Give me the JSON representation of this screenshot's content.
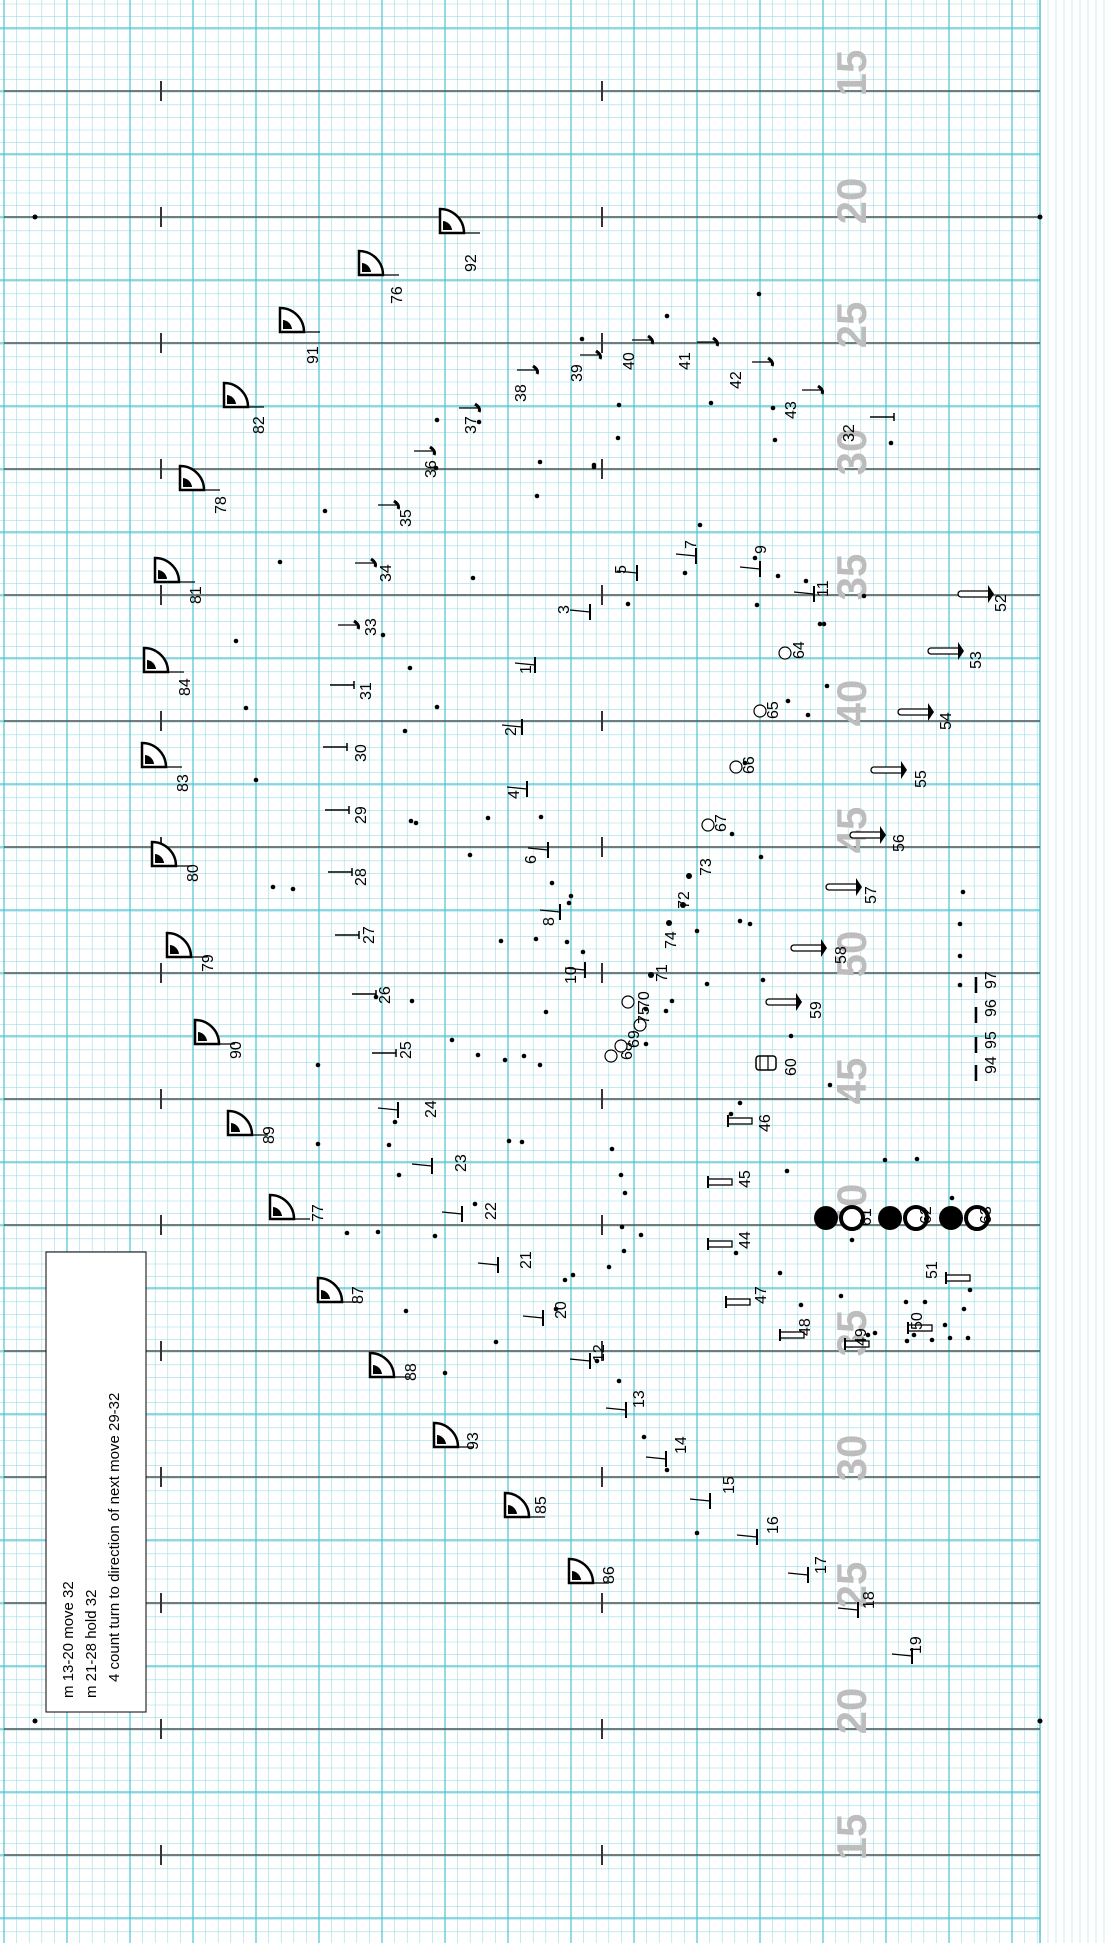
{
  "field": {
    "yard_numbers_top": [
      "15",
      "20",
      "25",
      "30",
      "35",
      "40",
      "45",
      "50",
      "45",
      "40",
      "35",
      "30",
      "25",
      "20",
      "15"
    ]
  },
  "note": {
    "lines": [
      "m 13-20 move 32",
      "m 21-28 hold 32",
      "4 count turn to direction of next move 29-32"
    ]
  },
  "colors": {
    "grid_fine": "#9fdde6",
    "grid_major": "#4fc3d0",
    "yard_line": "#555555",
    "yard_number": "#bdbdbd"
  },
  "performers": [
    {
      "label": "1",
      "icon": "mallet"
    },
    {
      "label": "2",
      "icon": "mallet"
    },
    {
      "label": "3",
      "icon": "mallet"
    },
    {
      "label": "4",
      "icon": "mallet"
    },
    {
      "label": "5",
      "icon": "mallet"
    },
    {
      "label": "6",
      "icon": "mallet"
    },
    {
      "label": "7",
      "icon": "mallet"
    },
    {
      "label": "8",
      "icon": "mallet"
    },
    {
      "label": "9",
      "icon": "mallet"
    },
    {
      "label": "10",
      "icon": "mallet"
    },
    {
      "label": "11",
      "icon": "mallet"
    },
    {
      "label": "12",
      "icon": "mallet"
    },
    {
      "label": "13",
      "icon": "mallet"
    },
    {
      "label": "14",
      "icon": "mallet"
    },
    {
      "label": "15",
      "icon": "mallet"
    },
    {
      "label": "16",
      "icon": "mallet"
    },
    {
      "label": "17",
      "icon": "mallet"
    },
    {
      "label": "18",
      "icon": "mallet"
    },
    {
      "label": "19",
      "icon": "mallet"
    },
    {
      "label": "20",
      "icon": "mallet"
    },
    {
      "label": "21",
      "icon": "mallet"
    },
    {
      "label": "22",
      "icon": "mallet"
    },
    {
      "label": "23",
      "icon": "mallet"
    },
    {
      "label": "24",
      "icon": "mallet"
    },
    {
      "label": "25",
      "icon": "clarinet"
    },
    {
      "label": "26",
      "icon": "clarinet"
    },
    {
      "label": "27",
      "icon": "clarinet"
    },
    {
      "label": "28",
      "icon": "clarinet"
    },
    {
      "label": "29",
      "icon": "clarinet"
    },
    {
      "label": "30",
      "icon": "clarinet"
    },
    {
      "label": "31",
      "icon": "clarinet"
    },
    {
      "label": "32",
      "icon": "clarinet"
    },
    {
      "label": "33",
      "icon": "sax"
    },
    {
      "label": "34",
      "icon": "sax"
    },
    {
      "label": "35",
      "icon": "sax"
    },
    {
      "label": "36",
      "icon": "sax"
    },
    {
      "label": "37",
      "icon": "sax"
    },
    {
      "label": "38",
      "icon": "sax"
    },
    {
      "label": "39",
      "icon": "sax"
    },
    {
      "label": "40",
      "icon": "sax"
    },
    {
      "label": "41",
      "icon": "sax"
    },
    {
      "label": "42",
      "icon": "sax"
    },
    {
      "label": "43",
      "icon": "sax"
    },
    {
      "label": "44",
      "icon": "trumpet"
    },
    {
      "label": "45",
      "icon": "trumpet"
    },
    {
      "label": "46",
      "icon": "trumpet"
    },
    {
      "label": "47",
      "icon": "trumpet"
    },
    {
      "label": "48",
      "icon": "trumpet"
    },
    {
      "label": "49",
      "icon": "trumpet"
    },
    {
      "label": "50",
      "icon": "trumpet"
    },
    {
      "label": "51",
      "icon": "trumpet"
    },
    {
      "label": "52",
      "icon": "trombone"
    },
    {
      "label": "53",
      "icon": "trombone"
    },
    {
      "label": "54",
      "icon": "trombone"
    },
    {
      "label": "55",
      "icon": "trombone"
    },
    {
      "label": "56",
      "icon": "trombone"
    },
    {
      "label": "57",
      "icon": "trombone"
    },
    {
      "label": "58",
      "icon": "trombone"
    },
    {
      "label": "59",
      "icon": "trombone"
    },
    {
      "label": "60",
      "icon": "tuba"
    },
    {
      "label": "61",
      "icon": "drum-filled"
    },
    {
      "label": "62",
      "icon": "drum-filled"
    },
    {
      "label": "63",
      "icon": "drum-filled"
    },
    {
      "label": "64",
      "icon": "circle"
    },
    {
      "label": "65",
      "icon": "circle"
    },
    {
      "label": "66",
      "icon": "circle"
    },
    {
      "label": "67",
      "icon": "circle"
    },
    {
      "label": "68",
      "icon": "circle"
    },
    {
      "label": "69",
      "icon": "circle"
    },
    {
      "label": "70",
      "icon": "circle"
    },
    {
      "label": "71",
      "icon": "dot"
    },
    {
      "label": "72",
      "icon": "dot"
    },
    {
      "label": "73",
      "icon": "dot"
    },
    {
      "label": "74",
      "icon": "dot"
    },
    {
      "label": "75",
      "icon": "circle"
    },
    {
      "label": "76",
      "icon": "flag"
    },
    {
      "label": "77",
      "icon": "flag"
    },
    {
      "label": "78",
      "icon": "flag"
    },
    {
      "label": "79",
      "icon": "flag"
    },
    {
      "label": "80",
      "icon": "flag"
    },
    {
      "label": "81",
      "icon": "flag"
    },
    {
      "label": "82",
      "icon": "flag"
    },
    {
      "label": "83",
      "icon": "flag"
    },
    {
      "label": "84",
      "icon": "flag"
    },
    {
      "label": "85",
      "icon": "flag"
    },
    {
      "label": "86",
      "icon": "flag"
    },
    {
      "label": "87",
      "icon": "flag"
    },
    {
      "label": "88",
      "icon": "flag"
    },
    {
      "label": "89",
      "icon": "flag"
    },
    {
      "label": "90",
      "icon": "flag"
    },
    {
      "label": "91",
      "icon": "flag"
    },
    {
      "label": "92",
      "icon": "flag"
    },
    {
      "label": "93",
      "icon": "flag"
    },
    {
      "label": "94",
      "icon": "bar"
    },
    {
      "label": "95",
      "icon": "bar"
    },
    {
      "label": "96",
      "icon": "bar"
    },
    {
      "label": "97",
      "icon": "bar"
    }
  ]
}
